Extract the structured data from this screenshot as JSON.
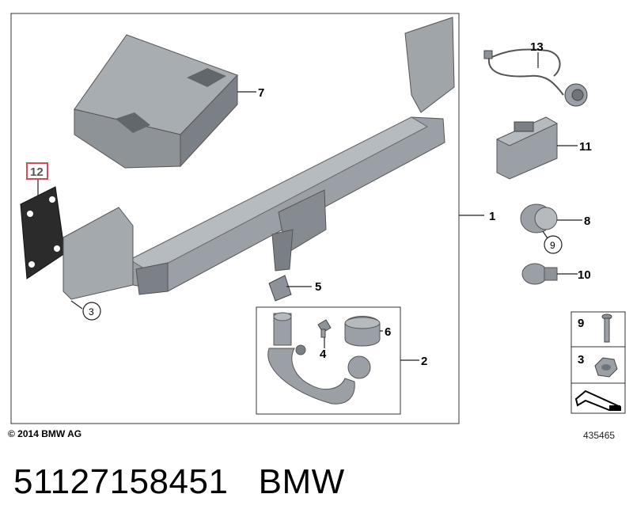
{
  "diagram": {
    "labels": {
      "p1": "1",
      "p2": "2",
      "p3a": "3",
      "p4": "4",
      "p5": "5",
      "p6": "6",
      "p7": "7",
      "p8": "8",
      "p9a": "9",
      "p10": "10",
      "p11": "11",
      "p12": "12",
      "p13": "13"
    },
    "legend": {
      "row1": "9",
      "row2": "3"
    }
  },
  "copyright": "© 2014 BMW AG",
  "image_ref": "435465",
  "caption": {
    "part_number": "51127158451",
    "brand": "BMW"
  },
  "colors": {
    "part_fill": "#9aa0a6",
    "part_dark": "#6f757b",
    "highlight_box": "#d64a5a"
  }
}
